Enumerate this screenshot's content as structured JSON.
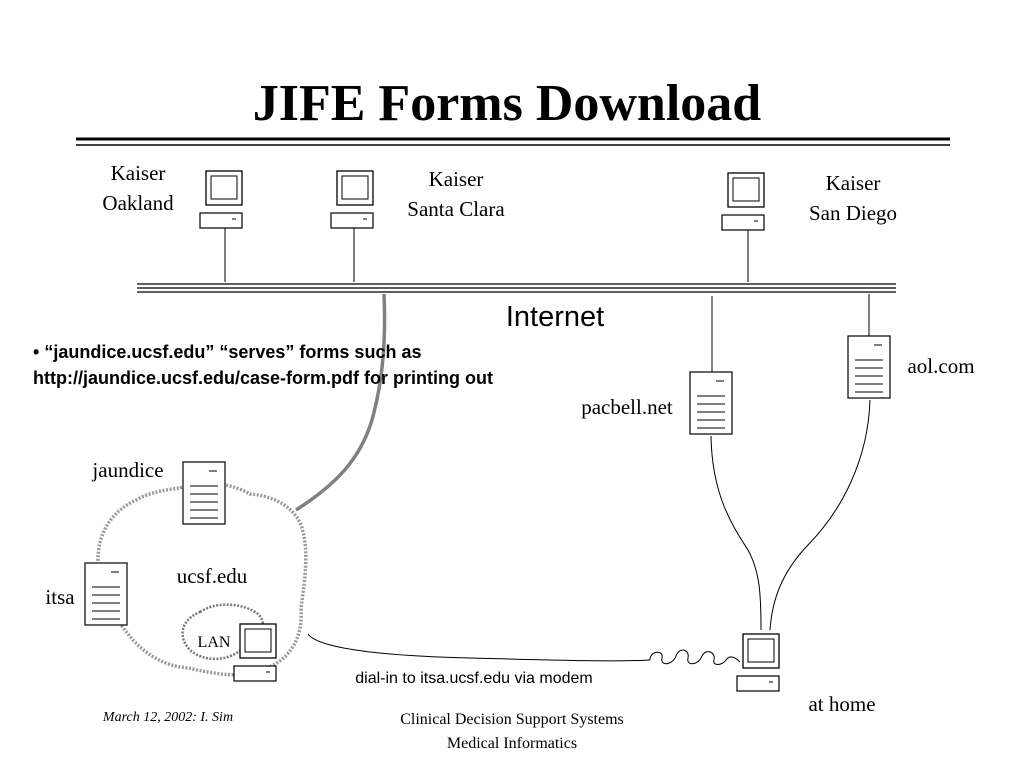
{
  "slide": {
    "title": "JIFE Forms Download",
    "network_label": "Internet",
    "bullet": {
      "marker": "•",
      "text": "“jaundice.ucsf.edu” “serves” forms such as http://jaundice.ucsf.edu/case-form.pdf for printing out"
    },
    "sites": {
      "oakland": {
        "line1": "Kaiser",
        "line2": "Oakland"
      },
      "santa_clara": {
        "line1": "Kaiser",
        "line2": "Santa Clara"
      },
      "san_diego": {
        "line1": "Kaiser",
        "line2": "San Diego"
      }
    },
    "servers": {
      "jaundice": "jaundice",
      "itsa": "itsa",
      "pacbell": "pacbell.net",
      "aol": "aol.com"
    },
    "domain_label": "ucsf.edu",
    "lan_label": "LAN",
    "dialin_label": "dial-in to itsa.ucsf.edu via modem",
    "home_label": "at home"
  },
  "footer": {
    "left": "March 12,  2002: I. Sim",
    "center_line1": "Clinical Decision Support Systems",
    "center_line2": "Medical Informatics"
  },
  "colors": {
    "ink": "#000000",
    "gray_link": "#808080",
    "cloud": "#999999"
  },
  "icons": [
    "computer-icon",
    "server-document-icon",
    "modem-coil-icon"
  ]
}
